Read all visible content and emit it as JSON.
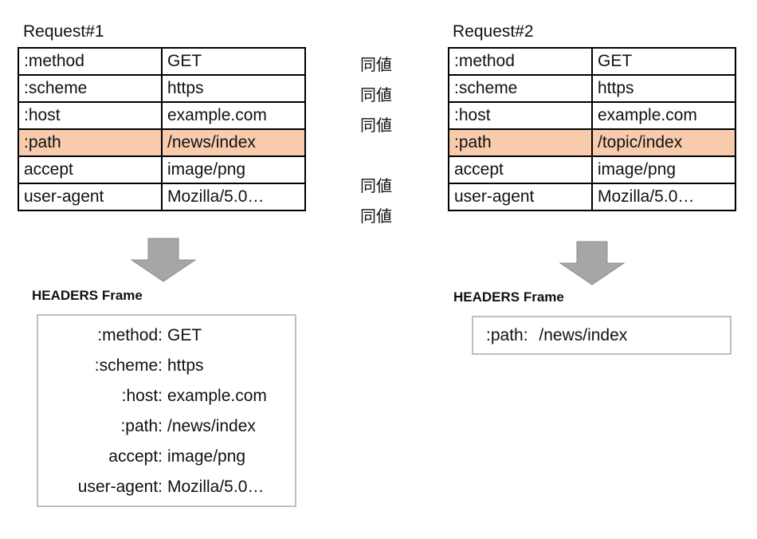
{
  "request1": {
    "title": "Request#1",
    "rows": [
      {
        "key": ":method",
        "value": "GET"
      },
      {
        "key": ":scheme",
        "value": "https"
      },
      {
        "key": ":host",
        "value": "example.com"
      },
      {
        "key": ":path",
        "value": "/news/index"
      },
      {
        "key": "accept",
        "value": "image/png"
      },
      {
        "key": "user-agent",
        "value": "Mozilla/5.0…"
      }
    ]
  },
  "request2": {
    "title": "Request#2",
    "rows": [
      {
        "key": ":method",
        "value": "GET"
      },
      {
        "key": ":scheme",
        "value": "https"
      },
      {
        "key": ":host",
        "value": "example.com"
      },
      {
        "key": ":path",
        "value": "/topic/index"
      },
      {
        "key": "accept",
        "value": "image/png"
      },
      {
        "key": "user-agent",
        "value": "Mozilla/5.0…"
      }
    ]
  },
  "same_value_label": "同値",
  "same_markers": [
    "同値",
    "同値",
    "同値",
    "",
    "同値",
    "同値"
  ],
  "frame1": {
    "label": "HEADERS Frame",
    "rows": [
      {
        "key": ":method:",
        "value": "GET"
      },
      {
        "key": ":scheme:",
        "value": "https"
      },
      {
        "key": ":host:",
        "value": "example.com"
      },
      {
        "key": ":path:",
        "value": "/news/index"
      },
      {
        "key": "accept:",
        "value": "image/png"
      },
      {
        "key": "user-agent:",
        "value": "Mozilla/5.0…"
      }
    ]
  },
  "frame2": {
    "label": "HEADERS Frame",
    "rows": [
      {
        "key": ":path:",
        "value": "/news/index"
      }
    ]
  },
  "colors": {
    "highlight": "#f8cbad",
    "arrow": "#a6a6a6",
    "frame_border": "#bfbfbf"
  }
}
